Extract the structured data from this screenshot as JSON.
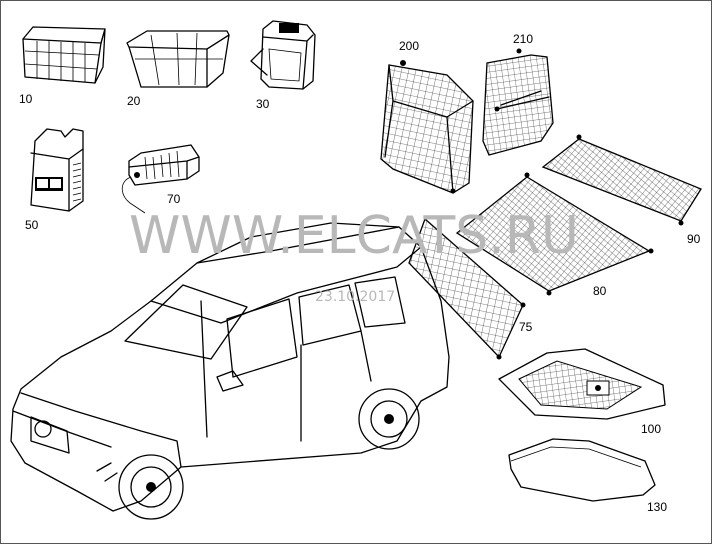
{
  "watermark": {
    "site": "WWW.ELCATS.RU",
    "date": "23.10.2017"
  },
  "parts": [
    {
      "id": "crate",
      "icon": "folding-crate-icon",
      "number": "10"
    },
    {
      "id": "tray",
      "icon": "storage-tray-icon",
      "number": "20"
    },
    {
      "id": "cooler",
      "icon": "cool-box-icon",
      "number": "30"
    },
    {
      "id": "bin-box",
      "icon": "waste-bin-box-icon",
      "number": "50"
    },
    {
      "id": "pump",
      "icon": "compressor-icon",
      "number": "70"
    },
    {
      "id": "partition-grille",
      "icon": "partition-grille-icon",
      "number": "200"
    },
    {
      "id": "partition-grille-2",
      "icon": "partition-grille-2-icon",
      "number": "210"
    },
    {
      "id": "net-1",
      "icon": "cargo-net-icon",
      "number": "90"
    },
    {
      "id": "net-2",
      "icon": "floor-net-icon",
      "number": "80"
    },
    {
      "id": "net-3",
      "icon": "side-net-icon",
      "number": "75"
    },
    {
      "id": "tub",
      "icon": "trunk-tub-icon",
      "number": "100"
    },
    {
      "id": "mat",
      "icon": "trunk-mat-icon",
      "number": "130"
    }
  ],
  "vehicle": {
    "icon": "suv-vehicle-icon"
  }
}
